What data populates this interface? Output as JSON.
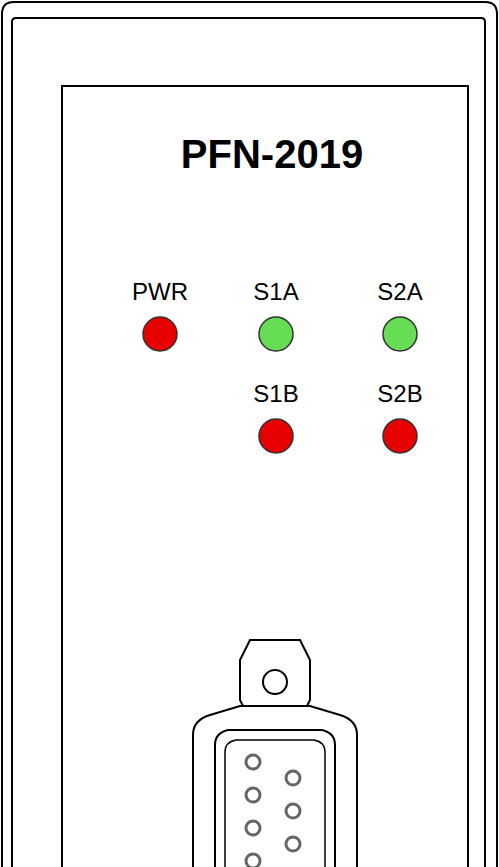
{
  "diagram": {
    "title": "PFN-2019",
    "labels": [
      "PWR",
      "S1A",
      "S2A",
      "S1B",
      "S2B"
    ]
  }
}
